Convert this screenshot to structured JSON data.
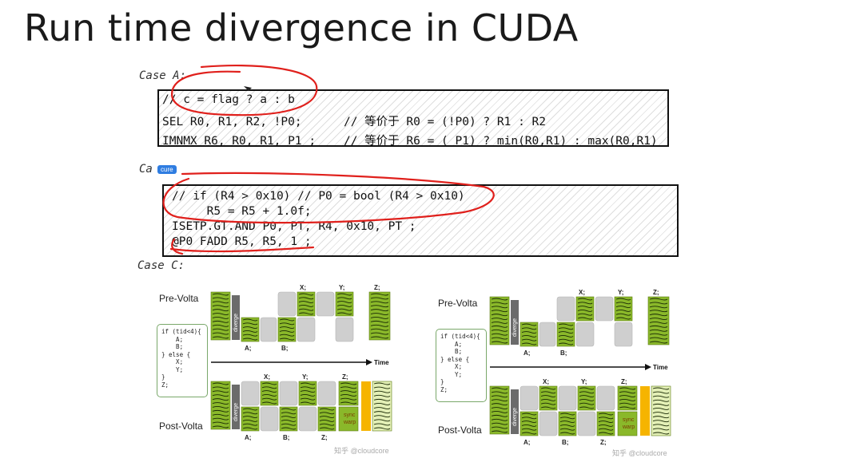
{
  "title": "Run time divergence in CUDA",
  "case_a": {
    "label": "Case A:",
    "lines": [
      "// c = flag ? a : b",
      "SEL R0, R1, R2, !P0;      // 等价于 R0 = (!P0) ? R1 : R2",
      "IMNMX R6, R0, R1, P1 ;    // 等价于 R6 = ( P1) ? min(R0,R1) : max(R0,R1)"
    ]
  },
  "case_b": {
    "label": "Ca   s:",
    "badge": "cure",
    "lines": [
      "// if (R4 > 0x10) // P0 = bool (R4 > 0x10)",
      "     R5 = R5 + 1.0f;",
      "ISETP.GT.AND P0, PT, R4, 0x10, PT ;",
      "@P0 FADD R5, R5, 1 ;"
    ]
  },
  "case_c": {
    "label": "Case C:",
    "figures": [
      {
        "pre_label": "Pre-Volta",
        "post_label": "Post-Volta",
        "time_label": "Time",
        "diverge_label": "diverge",
        "sync_label": "sync\nwarp",
        "code": "if (tid<4){\n    A;\n    B;\n} else {\n    X;\n    Y;\n}\nZ;",
        "labels_pre": [
          "A;",
          "B;",
          "X;",
          "Y;",
          "Z;"
        ],
        "labels_post": [
          "A;",
          "B;",
          "X;",
          "Y;",
          "Z;",
          "Z;"
        ],
        "watermark": "知乎 @cloudcore"
      },
      {
        "pre_label": "Pre-Volta",
        "post_label": "Post-Volta",
        "time_label": "Time",
        "diverge_label": "diverge",
        "sync_label": "sync\nwarp",
        "code": "if (tid<4){\n    A;\n    B;\n} else {\n    X;\n    Y;\n}\nZ;",
        "labels_pre": [
          "A;",
          "B;",
          "X;",
          "Y;",
          "Z;"
        ],
        "labels_post": [
          "A;",
          "B;",
          "X;",
          "Y;",
          "Z;",
          "Z;"
        ],
        "watermark": "知乎 @cloudcore"
      }
    ]
  },
  "colors": {
    "annotation_red": "#e0201c",
    "warp_green": "#8ab82a",
    "idle_gray": "#cfcfcf",
    "diverge_gray": "#6b6b6b",
    "sync_orange": "#f6b400",
    "faded_green": "#e3efb6"
  }
}
